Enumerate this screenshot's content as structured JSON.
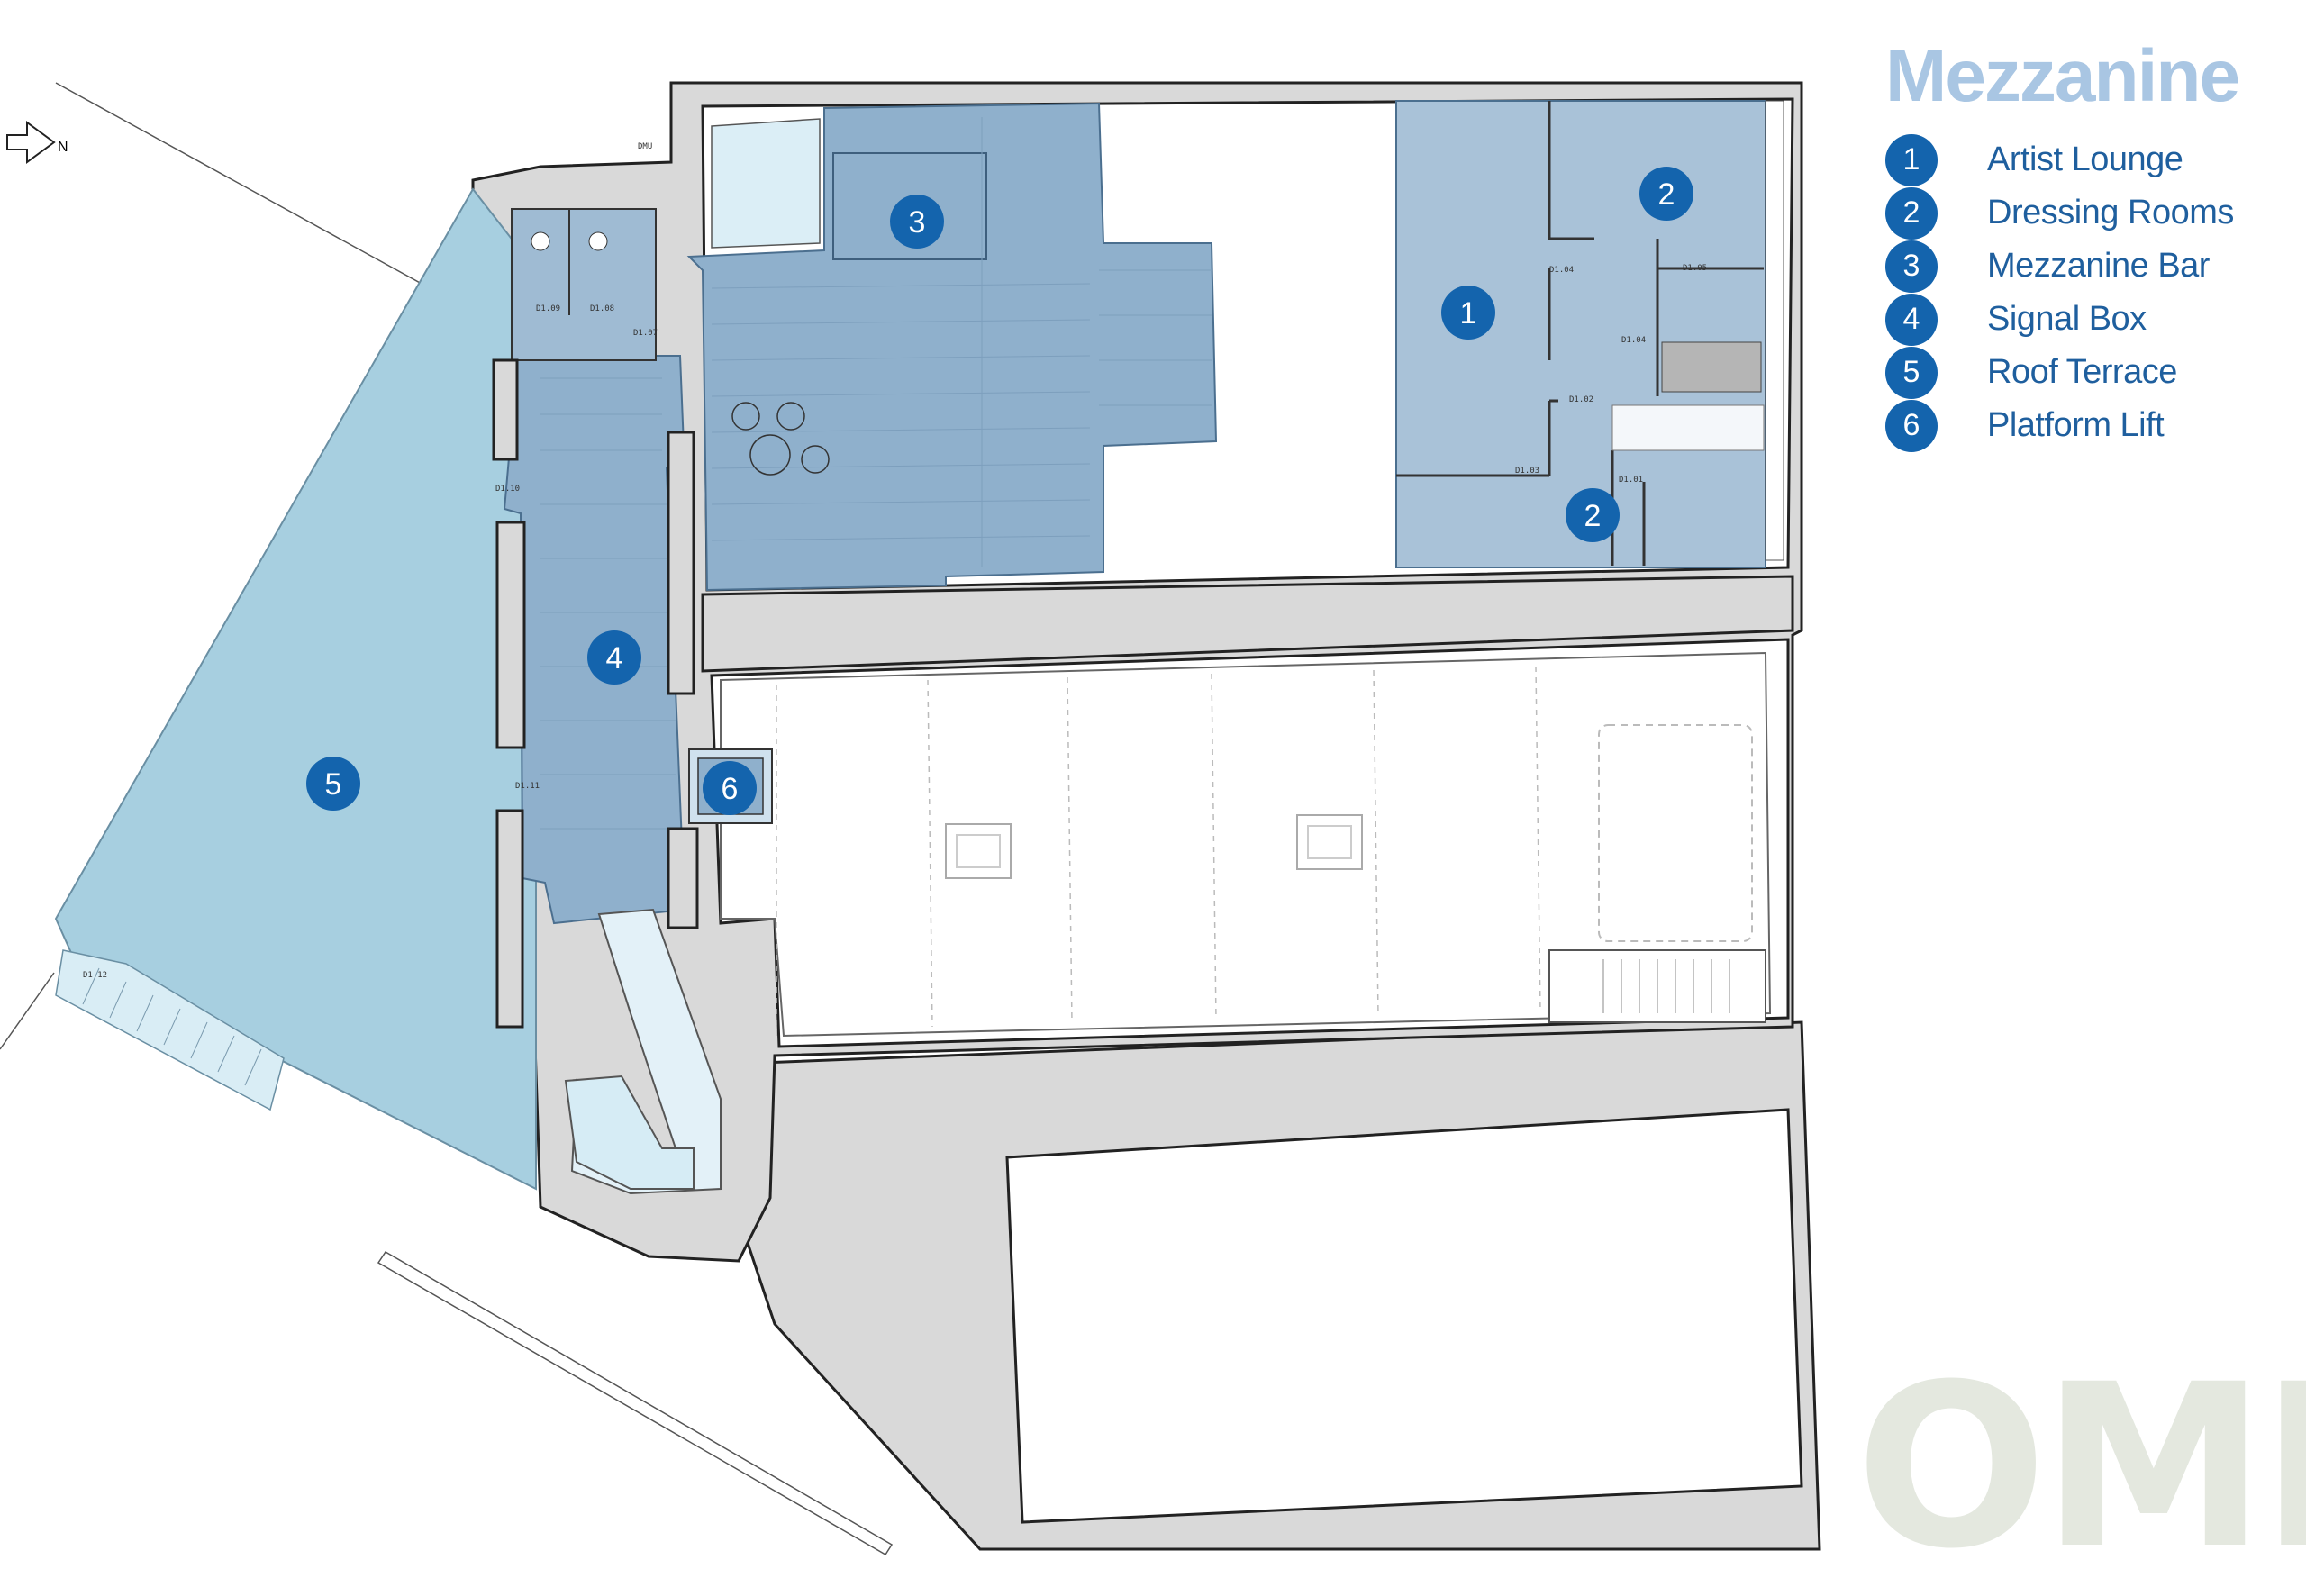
{
  "title": "Mezzanine",
  "compass": {
    "label": "N"
  },
  "legend": [
    {
      "num": "1",
      "label": "Artist Lounge"
    },
    {
      "num": "2",
      "label": "Dressing Rooms"
    },
    {
      "num": "3",
      "label": "Mezzanine Bar"
    },
    {
      "num": "4",
      "label": "Signal Box"
    },
    {
      "num": "5",
      "label": "Roof Terrace"
    },
    {
      "num": "6",
      "label": "Platform Lift"
    }
  ],
  "markers": [
    "1",
    "2",
    "2",
    "3",
    "4",
    "5",
    "6"
  ],
  "door_codes": [
    "D1.09",
    "D1.08",
    "D1.07",
    "D1.10",
    "D1.11",
    "D1.12",
    "D1.04",
    "D1.05",
    "D1.04",
    "D1.02",
    "D1.03",
    "D1.01",
    "DMU"
  ],
  "watermark": "OMEARA",
  "colors": {
    "marker": "#1464ad",
    "title": "#a9c6e3",
    "legend_text": "#1f5f9e",
    "room_fill": "#8fb0cc",
    "terrace_fill": "#a7cfe0",
    "wall": "#d9d9d9"
  }
}
